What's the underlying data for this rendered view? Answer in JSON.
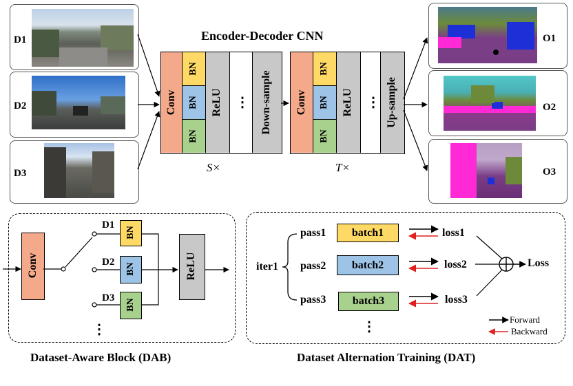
{
  "title": "Encoder-Decoder CNN",
  "inputs": [
    {
      "label": "D1"
    },
    {
      "label": "D2"
    },
    {
      "label": "D3"
    }
  ],
  "outputs": [
    {
      "label": "O1"
    },
    {
      "label": "O2"
    },
    {
      "label": "O3"
    }
  ],
  "encoder": {
    "conv": "Conv",
    "bn": "BN",
    "relu": "ReLU",
    "dots": "⋮",
    "sample": "Down-sample",
    "repeat": "S×"
  },
  "decoder": {
    "conv": "Conv",
    "bn": "BN",
    "relu": "ReLU",
    "dots": "⋮",
    "sample": "Up-sample",
    "repeat": "T×"
  },
  "dab": {
    "conv": "Conv",
    "relu": "ReLU",
    "bn": "BN",
    "branches": [
      "D1",
      "D2",
      "D3"
    ],
    "dots": "⋮",
    "caption": "Dataset-Aware Block (DAB)"
  },
  "dat": {
    "iter": "iter1",
    "passes": [
      {
        "pass": "pass1",
        "batch": "batch1",
        "loss": "loss1"
      },
      {
        "pass": "pass2",
        "batch": "batch2",
        "loss": "loss2"
      },
      {
        "pass": "pass3",
        "batch": "batch3",
        "loss": "loss3"
      }
    ],
    "sum": "Loss",
    "legend_forward": "Forward",
    "legend_backward": "Backward",
    "dots": "⋮",
    "caption": "Dataset Alternation Training (DAT)"
  },
  "colors": {
    "conv": "#f4a98a",
    "bn_yellow": "#ffd966",
    "bn_blue": "#9dc3e6",
    "bn_green": "#a9d18e",
    "gray": "#c8c8c8",
    "backward": "#e02020"
  }
}
